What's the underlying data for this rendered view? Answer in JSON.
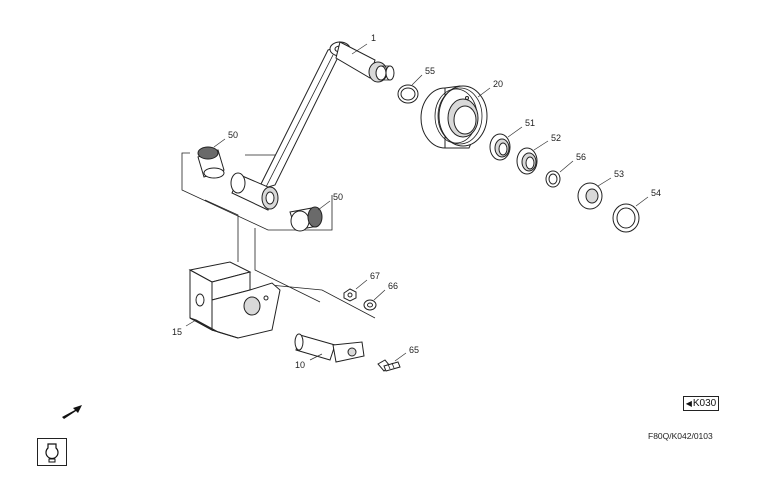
{
  "diagram": {
    "callouts": {
      "p1": "1",
      "p55": "55",
      "p20": "20",
      "p51": "51",
      "p52": "52",
      "p56": "56",
      "p53": "53",
      "p54": "54",
      "p50a": "50",
      "p50b": "50",
      "p67": "67",
      "p66": "66",
      "p15": "15",
      "p10": "10",
      "p65": "65"
    }
  },
  "reference_box": {
    "arrow": "◀",
    "label": "K030"
  },
  "drawing_code": "F80Q/K042/0103",
  "icons": {
    "direction": "arrow-up-right-icon",
    "machine": "machine-front-view-icon"
  }
}
